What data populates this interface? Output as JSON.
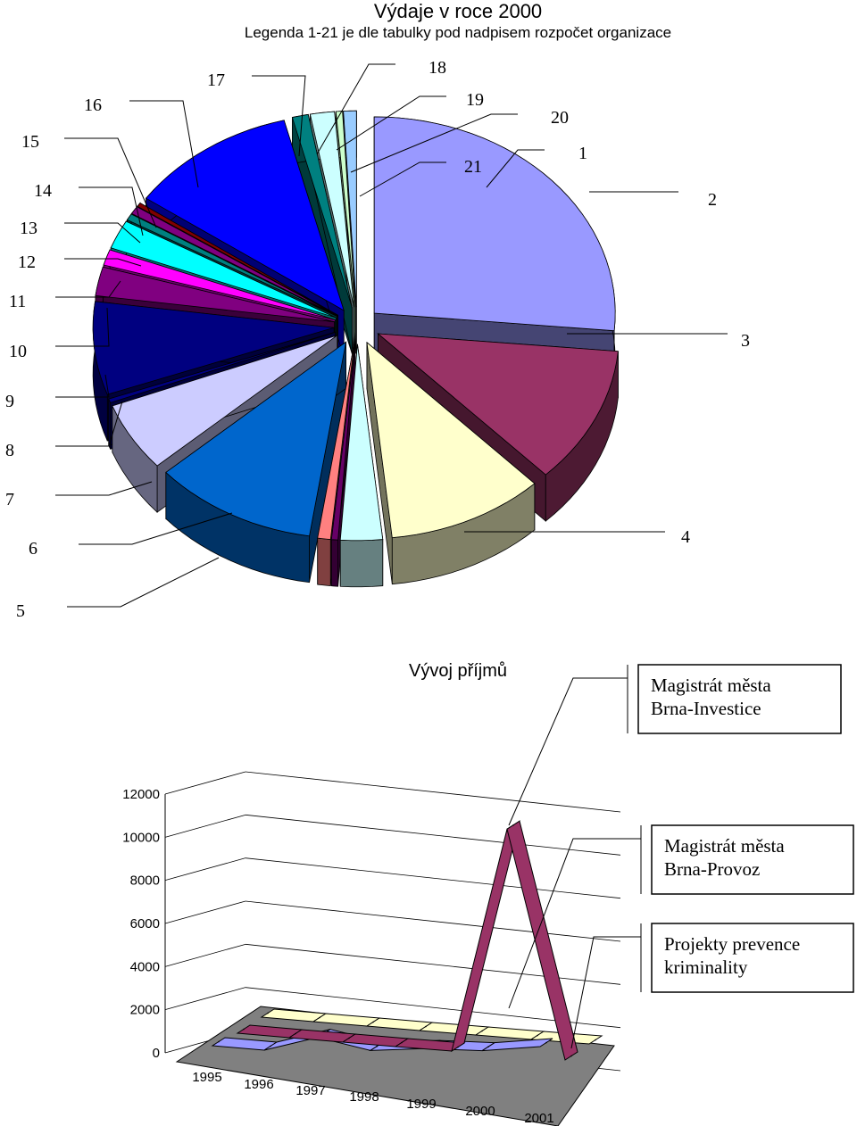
{
  "chart_data": [
    {
      "type": "pie",
      "title": "Výdaje v roce 2000",
      "subtitle": "Legenda 1-21 je dle tabulky pod nadpisem rozpočet organizace",
      "three_d": true,
      "exploded": true,
      "slice_labels": [
        "1",
        "2",
        "3",
        "4",
        "5",
        "6",
        "7",
        "8",
        "9",
        "10",
        "11",
        "12",
        "13",
        "14",
        "15",
        "16",
        "17",
        "18",
        "19",
        "20",
        "21"
      ],
      "approx_share_percent": [
        24.5,
        10.5,
        9.8,
        2.6,
        0.4,
        0.8,
        10.2,
        5.3,
        0.3,
        7.1,
        2.2,
        1.2,
        2.2,
        0.5,
        0.6,
        0.3,
        10.5,
        1.0,
        1.5,
        0.4,
        0.8
      ],
      "colors": [
        "#9999ff",
        "#993366",
        "#ffffcc",
        "#ccffff",
        "#660066",
        "#ff8080",
        "#0066cc",
        "#ccccff",
        "#000080",
        "#000080",
        "#800080",
        "#ff00ff",
        "#00ffff",
        "#008080",
        "#800080",
        "#800000",
        "#0000ff",
        "#008080",
        "#ccffff",
        "#ccffcc",
        "#99ccff"
      ]
    },
    {
      "type": "line",
      "title": "Vývoj příjmů",
      "three_d": true,
      "categories": [
        "1995",
        "1996",
        "1997",
        "1998",
        "1999",
        "2000",
        "2001"
      ],
      "ylim": [
        0,
        12000
      ],
      "yticks": [
        "0",
        "2000",
        "4000",
        "6000",
        "8000",
        "10000",
        "12000"
      ],
      "grid": true,
      "legend": "right",
      "series": [
        {
          "name": "Magistrát města Brna-Investice",
          "values": [
            0,
            0,
            0,
            0,
            0,
            10500,
            0
          ],
          "color": "#993366"
        },
        {
          "name": "Magistrát města Brna-Provoz",
          "values": [
            0,
            0,
            800,
            400,
            700,
            800,
            1200
          ],
          "color": "#9999ff"
        },
        {
          "name": "Projekty prevence kriminality",
          "values": [
            0,
            0,
            0,
            0,
            0,
            0,
            0
          ],
          "color": "#ffffcc"
        }
      ]
    }
  ]
}
